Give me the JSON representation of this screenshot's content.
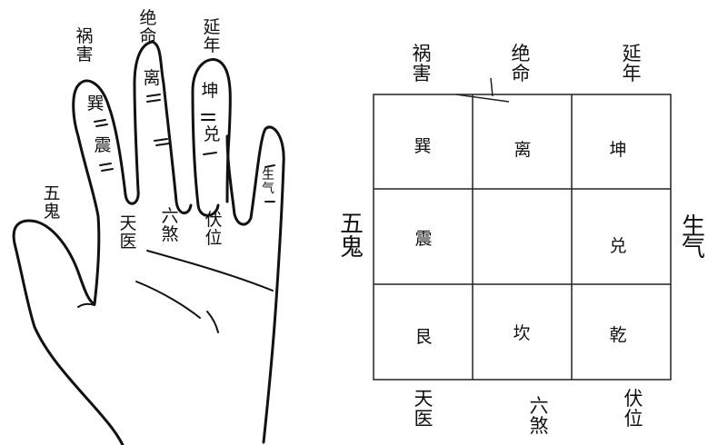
{
  "hand": {
    "labels": {
      "huohai": [
        "祸",
        "害"
      ],
      "jueming": [
        "绝",
        "命"
      ],
      "yannian": [
        "延",
        "年"
      ],
      "wugui": [
        "五",
        "鬼"
      ],
      "tianyi": [
        "天",
        "医"
      ],
      "liusha": [
        "六",
        "煞"
      ],
      "fuwei": [
        "伏",
        "位"
      ]
    },
    "finger_trigrams": {
      "xun": "巽",
      "zhen": "震",
      "li": "离",
      "kun": "坤",
      "dui": "兑",
      "shengqi": [
        "生",
        "气"
      ]
    }
  },
  "grid": {
    "top_labels": [
      [
        "祸",
        "害"
      ],
      [
        "绝",
        "命"
      ],
      [
        "延",
        "年"
      ]
    ],
    "bottom_labels": [
      [
        "天",
        "医"
      ],
      [
        "六",
        "煞"
      ],
      [
        "伏",
        "位"
      ]
    ],
    "left_label": [
      "五",
      "鬼"
    ],
    "right_label": [
      "生",
      "气"
    ],
    "cells": [
      [
        "巽",
        "离",
        "坤"
      ],
      [
        "震",
        "",
        "兑"
      ],
      [
        "艮",
        "坎",
        "乾"
      ]
    ]
  }
}
